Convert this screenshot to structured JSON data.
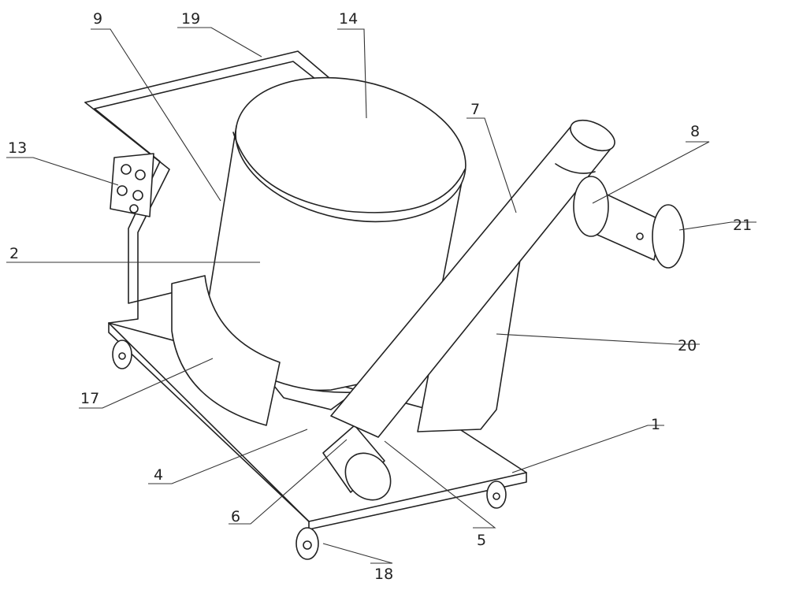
{
  "figure": {
    "labels": {
      "l1": "1",
      "l2": "2",
      "l4": "4",
      "l5": "5",
      "l6": "6",
      "l7": "7",
      "l8": "8",
      "l9": "9",
      "l13": "13",
      "l14": "14",
      "l17": "17",
      "l18": "18",
      "l19": "19",
      "l20": "20",
      "l21": "21"
    }
  }
}
